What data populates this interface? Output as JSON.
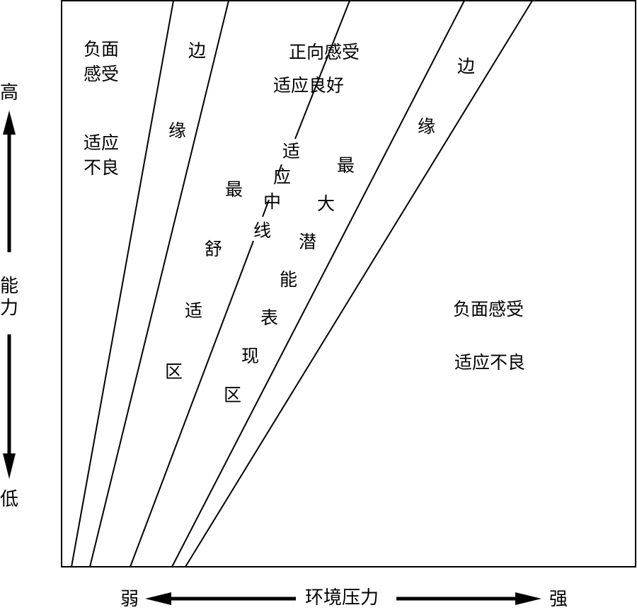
{
  "colors": {
    "ink": "#000000",
    "background": "#ffffff"
  },
  "y_axis": {
    "high": "高",
    "label": [
      "能",
      "力"
    ],
    "low": "低"
  },
  "x_axis": {
    "weak": "弱",
    "label": "环境压力",
    "strong": "强"
  },
  "regions": {
    "negative_left": {
      "line1": "负面",
      "line2": "感受",
      "line3": "适应",
      "line4": "不良"
    },
    "edge_left": [
      "边",
      "缘"
    ],
    "comfort_zone": [
      "最",
      "舒",
      "适",
      "区"
    ],
    "positive": {
      "line1": "正向感受",
      "line2": "适应良好"
    },
    "optimal_line": [
      "适",
      "应",
      "中",
      "线"
    ],
    "max_potential": [
      "最",
      "大",
      "潜",
      "能",
      "表",
      "现",
      "区"
    ],
    "edge_right": [
      "边",
      "缘"
    ],
    "negative_right": {
      "line1": "负面感受",
      "line2": "适应不良"
    }
  }
}
